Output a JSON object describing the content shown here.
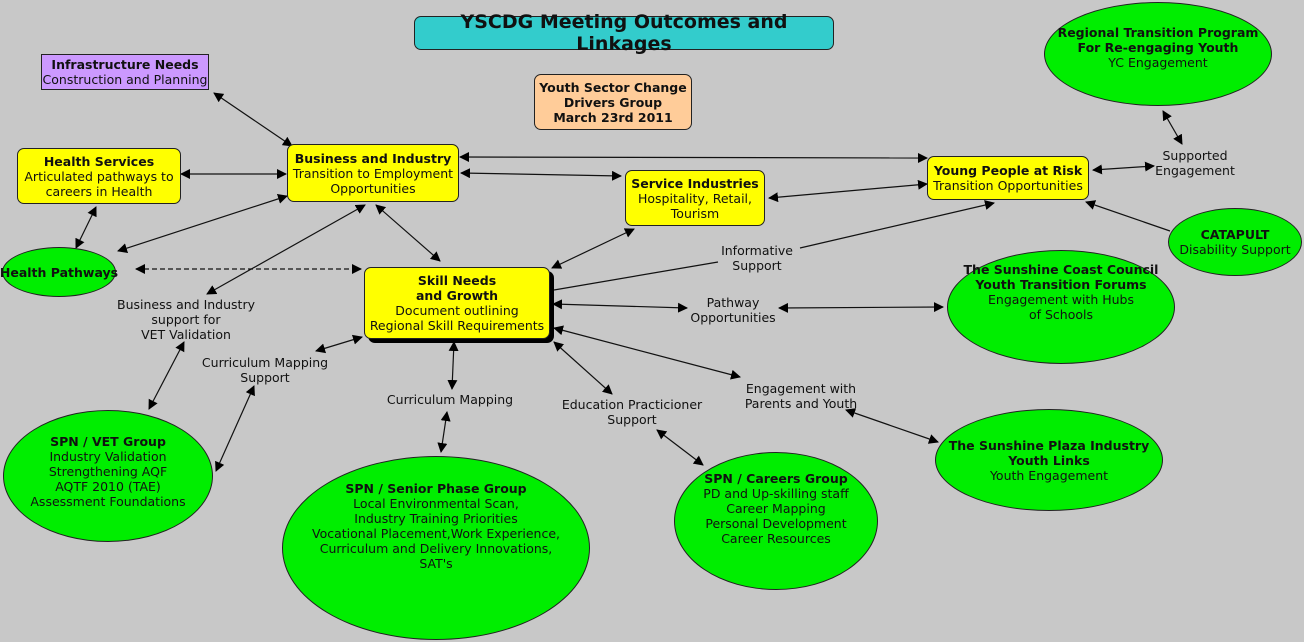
{
  "title": "YSCDG Meeting Outcomes and Linkages",
  "subtitle": {
    "lines": [
      "Youth Sector Change",
      "Drivers Group",
      "March 23rd 2011"
    ]
  },
  "colors": {
    "background": "#c8c8c8",
    "title_box": "#33cccc",
    "subtitle_box": "#ffcc99",
    "infrastructure_box": "#cc99ff",
    "sector_box": "#ffff00",
    "group_ellipse": "#00ee00"
  },
  "nodes": {
    "infrastructure": {
      "title": "Infrastructure Needs",
      "lines": [
        "Construction and Planning"
      ]
    },
    "health_services": {
      "title": "Health Services",
      "lines": [
        "Articulated pathways to",
        "careers in Health"
      ]
    },
    "business": {
      "title": "Business and Industry",
      "lines": [
        "Transition to Employment",
        "Opportunities"
      ]
    },
    "service": {
      "title": "Service Industries",
      "lines": [
        "Hospitality, Retail,",
        "Tourism"
      ]
    },
    "young_people": {
      "title": "Young People at Risk",
      "lines": [
        "Transition Opportunities"
      ]
    },
    "regional_transition": {
      "title_lines": [
        "Regional Transition Program",
        "For Re-engaging Youth"
      ],
      "lines": [
        "YC Engagement"
      ]
    },
    "catapult": {
      "title": "CATAPULT",
      "lines": [
        "Disability Support"
      ]
    },
    "health_pathways": {
      "title": "Health Pathways",
      "lines": []
    },
    "skill_needs": {
      "title_lines": [
        "Skill Needs",
        "and Growth"
      ],
      "lines": [
        "Document outlining",
        "Regional Skill Requirements"
      ]
    },
    "sunshine_council": {
      "title_lines": [
        "The Sunshine Coast Council",
        "Youth Transition Forums"
      ],
      "lines": [
        "Engagement with Hubs",
        "of Schools"
      ]
    },
    "sunshine_plaza": {
      "title_lines": [
        "The Sunshine Plaza Industry",
        "Youth Links"
      ],
      "lines": [
        "Youth Engagement"
      ]
    },
    "spn_vet": {
      "title": "SPN / VET Group",
      "lines": [
        "Industry Validation",
        "Strengthening AQF",
        "AQTF 2010 (TAE)",
        "Assessment Foundations"
      ]
    },
    "spn_senior": {
      "title": "SPN / Senior Phase Group",
      "lines": [
        "Local Environmental Scan,",
        "Industry Training Priorities",
        "Vocational Placement,Work Experience,",
        "Curriculum and Delivery Innovations,",
        "SAT's"
      ]
    },
    "spn_careers": {
      "title": "SPN / Careers Group",
      "lines": [
        "PD and Up-skilling staff",
        "Career Mapping",
        "Personal Development",
        "Career Resources"
      ]
    }
  },
  "edge_labels": {
    "supported_engagement": [
      "Supported",
      "Engagement"
    ],
    "informative_support": [
      "Informative",
      "Support"
    ],
    "pathway_opportunities": [
      "Pathway",
      "Opportunities"
    ],
    "engagement_parents": [
      "Engagement with",
      "Parents and Youth"
    ],
    "education_support": [
      "Education Practicioner",
      "Support"
    ],
    "curriculum_mapping": [
      "Curriculum Mapping"
    ],
    "curriculum_mapping_support": [
      "Curriculum Mapping",
      "Support"
    ],
    "vet_validation": [
      "Business and Industry",
      "support for",
      "VET Validation"
    ]
  }
}
